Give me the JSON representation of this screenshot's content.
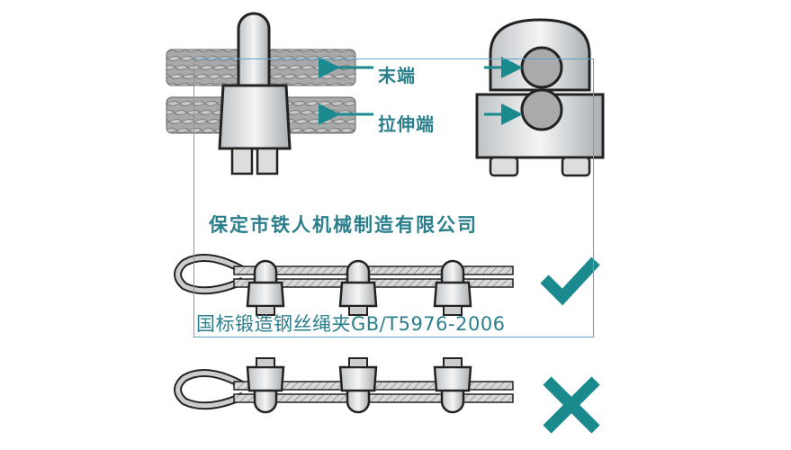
{
  "labels": {
    "tail_end": "末端",
    "tension_end": "拉伸端",
    "company": "保定市铁人机械制造有限公司",
    "standard": "国标锻造钢丝绳夹GB/T5976-2006"
  },
  "marks": {
    "correct": "check-icon",
    "incorrect": "cross-icon"
  },
  "colors": {
    "text": "#2b7f8c",
    "accent": "#1b8a8e",
    "frame": "#5aa6c4"
  }
}
